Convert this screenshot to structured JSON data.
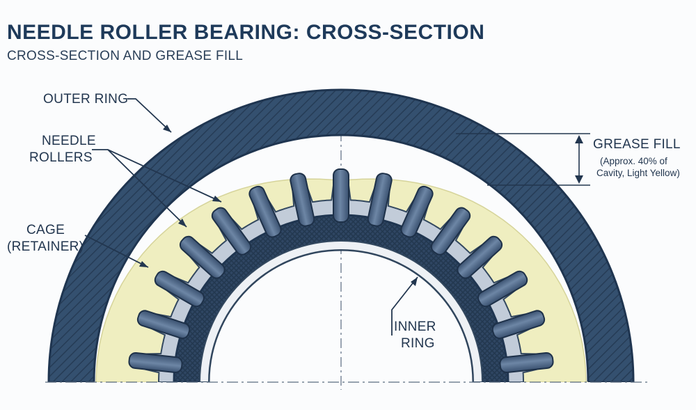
{
  "title": "NEEDLE ROLLER BEARING: CROSS-SECTION",
  "subtitle": "CROSS-SECTION AND GREASE FILL",
  "labels": {
    "outer_ring": "OUTER RING",
    "needle_rollers": [
      "NEEDLE",
      "ROLLERS"
    ],
    "cage": [
      "CAGE",
      "(RETAINER)"
    ],
    "inner_ring": [
      "INNER",
      "RING"
    ],
    "grease_fill": "GREASE FILL",
    "grease_note": [
      "(Approx. 40% of",
      "Cavity, Light Yellow)"
    ]
  },
  "colors": {
    "outer_ring": "#2f4663",
    "inner_ring": "#2f4663",
    "grease": "#efeec0",
    "cage": "#c2ccd9",
    "roller": "#4d6584",
    "line": "#22364f"
  },
  "rollers": {
    "count": 15
  },
  "grease": {
    "fill_fraction": 0.4
  }
}
